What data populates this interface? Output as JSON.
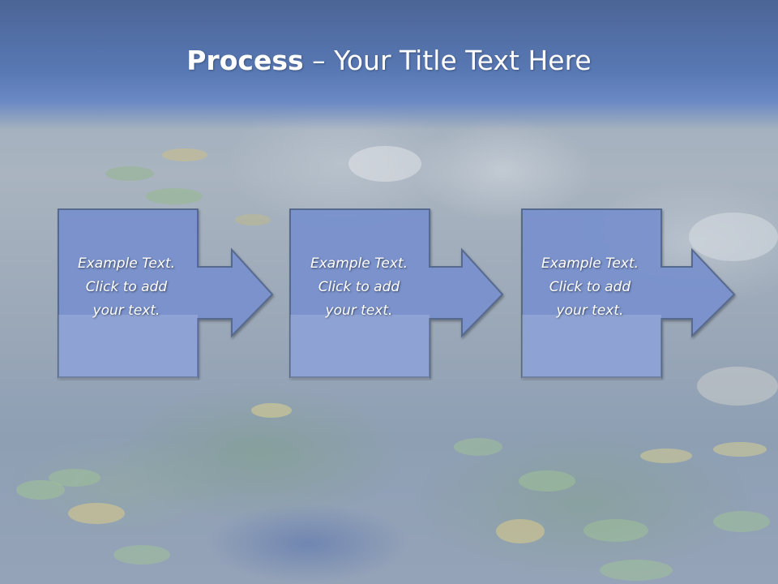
{
  "slide": {
    "title_bold": "Process",
    "title_rest": " – Your Title Text Here"
  },
  "steps": [
    {
      "line1": "Example Text.",
      "line2": "Click  to add",
      "line3": "your text."
    },
    {
      "line1": "Example Text.",
      "line2": "Click  to add",
      "line3": "your text."
    },
    {
      "line1": "Example Text.",
      "line2": "Click  to add",
      "line3": "your text."
    }
  ],
  "colors": {
    "header": "#5878b4",
    "box_fill": "#7b93cf",
    "box_stroke": "#5a6f9e",
    "text": "#ffffff"
  }
}
